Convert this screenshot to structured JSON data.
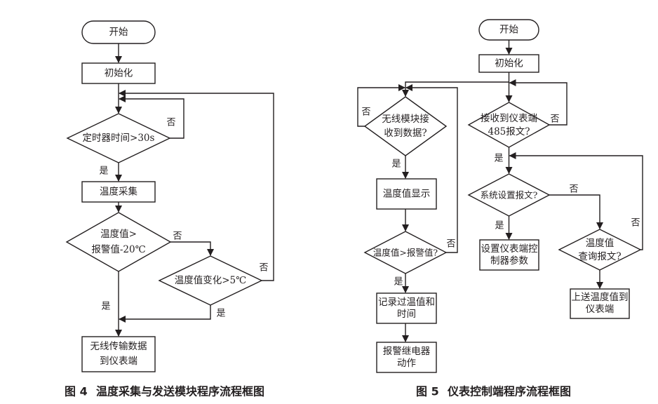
{
  "figure4": {
    "caption_number": "图 4",
    "caption_title": "温度采集与发送模块程序流程框图",
    "nodes": {
      "start": "开始",
      "init": "初始化",
      "timer_check": "定时器时间>30s",
      "collect": "温度采集",
      "alarm_check": [
        "温度值>",
        "报警值-20℃"
      ],
      "change_check": "温度值变化>5℃",
      "transmit": [
        "无线传输数据",
        "到仪表端"
      ]
    },
    "edges": {
      "timer_no": "否",
      "timer_yes": "是",
      "alarm_no": "否",
      "alarm_yes": "是",
      "change_no": "否",
      "change_yes": "是"
    }
  },
  "figure5": {
    "caption_number": "图 5",
    "caption_title": "仪表控制端程序流程框图",
    "nodes": {
      "start": "开始",
      "init": "初始化",
      "wireless_check": [
        "无线模块接",
        "收到数据?"
      ],
      "display": "温度值显示",
      "over_alarm_check": "温度值>报警值?",
      "record": [
        "记录过温值和",
        "时间"
      ],
      "relay": [
        "报警继电器",
        "动作"
      ],
      "msg485_check": [
        "接收到仪表端",
        "485报文?"
      ],
      "sys_config_check": "系统设置报文?",
      "set_params": [
        "设置仪表端控",
        "制器参数"
      ],
      "query_check": [
        "温度值",
        "查询报文?"
      ],
      "upload": [
        "上送温度值到",
        "仪表端"
      ]
    },
    "edges": {
      "wireless_no": "否",
      "wireless_yes": "是",
      "over_alarm_no": "否",
      "over_alarm_yes": "是",
      "msg485_no": "否",
      "msg485_yes": "是",
      "sys_config_no": "否",
      "sys_config_yes": "是",
      "query_no": "否"
    }
  }
}
